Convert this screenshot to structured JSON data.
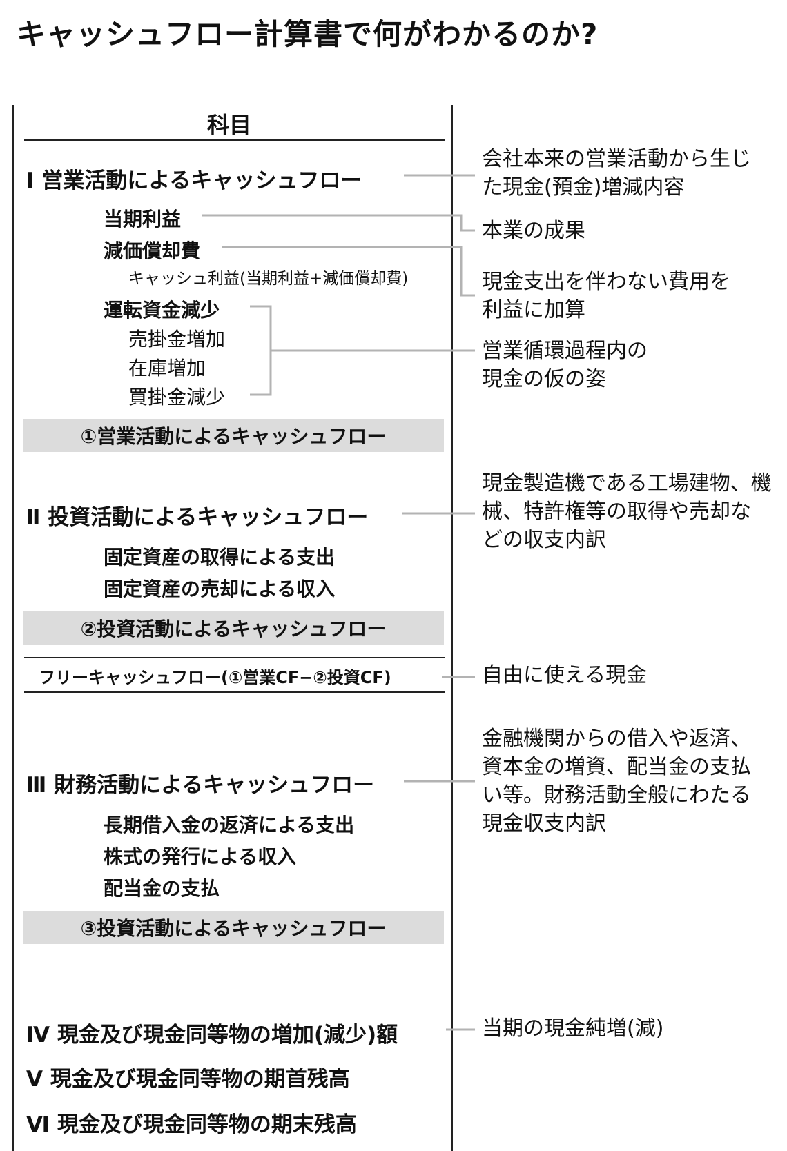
{
  "title": "キャッシュフロー計算書で何がわかるのか?",
  "column_header": "科目",
  "operating": {
    "heading": "Ⅰ 営業活動によるキャッシュフロー",
    "net_income": "当期利益",
    "depreciation": "減価償却費",
    "cash_profit": "キャッシュ利益(当期利益+減価償却費)",
    "working_capital": "運転資金減少",
    "receivables": "売掛金増加",
    "inventory": "在庫増加",
    "payables": "買掛金減少",
    "subtotal": "①営業活動によるキャッシュフロー"
  },
  "investing": {
    "heading": "Ⅱ 投資活動によるキャッシュフロー",
    "acquisition": "固定資産の取得による支出",
    "sale": "固定資産の売却による収入",
    "subtotal": "②投資活動によるキャッシュフロー"
  },
  "free_cash_flow": "フリーキャッシュフロー(①営業CF−②投資CF)",
  "financing": {
    "heading": "Ⅲ 財務活動によるキャッシュフロー",
    "loan_repayment": "長期借入金の返済による支出",
    "share_issue": "株式の発行による収入",
    "dividend": "配当金の支払",
    "subtotal": "③投資活動によるキャッシュフロー"
  },
  "totals": {
    "change": "Ⅳ 現金及び現金同等物の増加(減少)額",
    "opening": "Ⅴ 現金及び現金同等物の期首残高",
    "closing": "Ⅵ 現金及び現金同等物の期末残高"
  },
  "notes": {
    "operating": "会社本来の営業活動から生じ\nた現金(預金)増減内容",
    "net_income": "本業の成果",
    "depreciation": "現金支出を伴わない費用を\n利益に加算",
    "working_capital": "営業循環過程内の\n現金の仮の姿",
    "investing": "現金製造機である工場建物、機\n械、特許権等の取得や売却な\nどの収支内訳",
    "fcf": "自由に使える現金",
    "financing": "金融機関からの借入や返済、\n資本金の増資、配当金の支払\nい等。財務活動全般にわたる\n現金収支内訳",
    "change": "当期の現金純増(減)"
  },
  "colors": {
    "line": "#222222",
    "connector": "#b3b3b3",
    "box": "#dcdcdc"
  }
}
